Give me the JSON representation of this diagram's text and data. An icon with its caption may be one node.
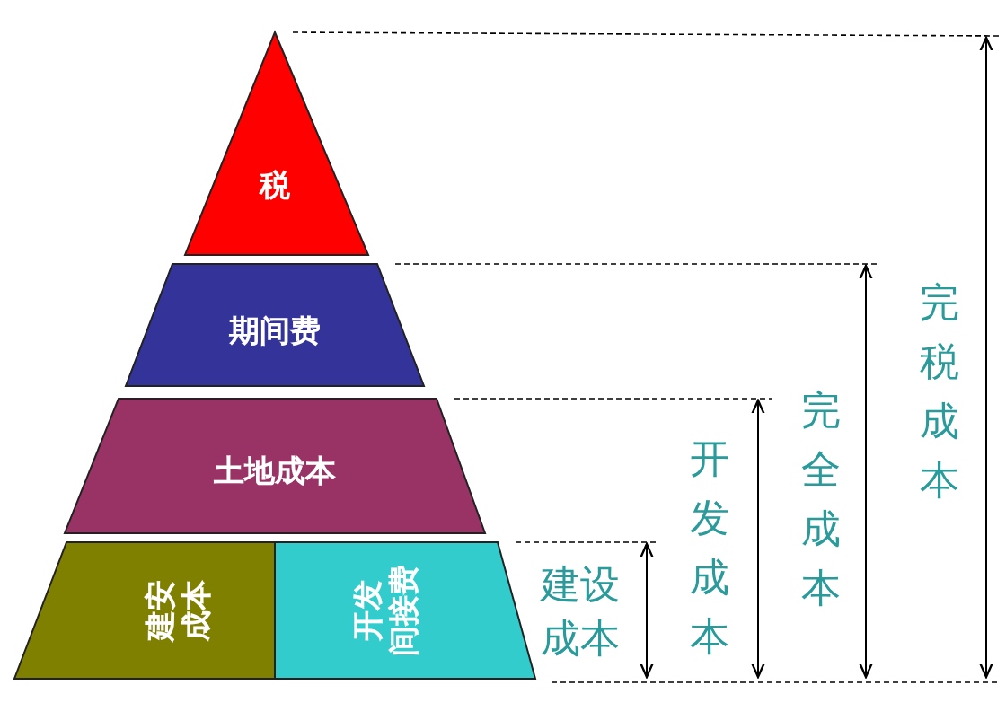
{
  "diagram": {
    "nodes": [
      {
        "text": [
          "税"
        ]
      },
      {
        "text": [
          "期间费"
        ]
      },
      {
        "text": [
          "土地成本"
        ]
      },
      {
        "text": [
          "建安成本"
        ]
      },
      {
        "text": [
          "开发间接费"
        ]
      }
    ],
    "labels": [
      "建设成本",
      "开发成本",
      "完全成本",
      "完税成本"
    ]
  }
}
